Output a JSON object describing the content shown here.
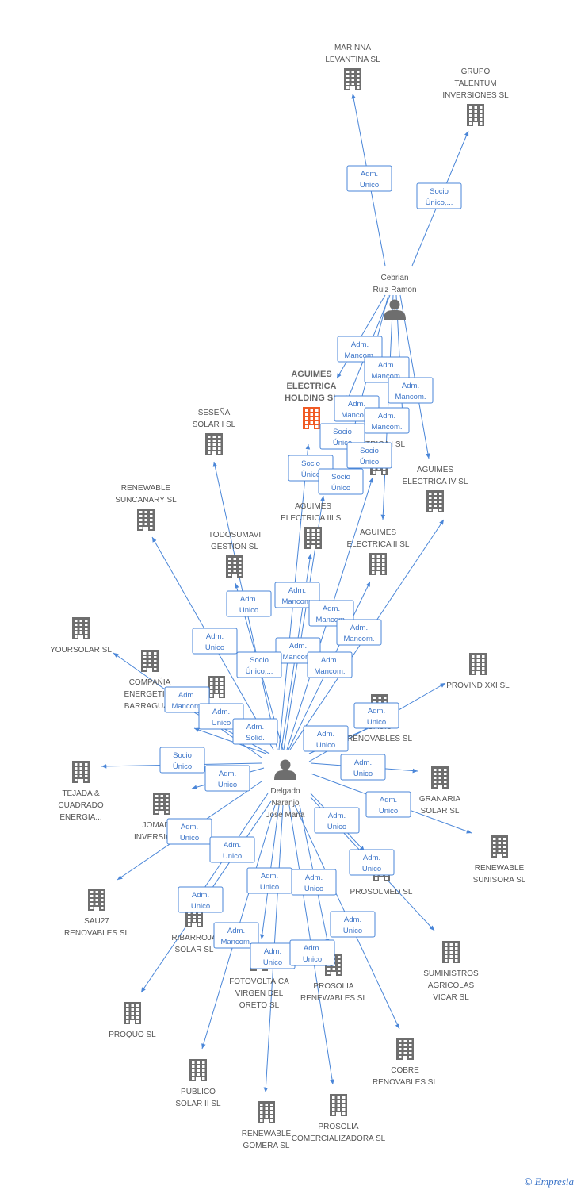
{
  "colors": {
    "edge": "#4a86d8",
    "building": "#6e6e6e",
    "focus": "#f05a24",
    "person": "#6e6e6e"
  },
  "brand": {
    "copyright": "©",
    "name": "Empresia"
  },
  "nodes": [
    {
      "id": "marinna",
      "type": "company",
      "label": [
        "MARINNA",
        "LEVANTINA SL"
      ]
    },
    {
      "id": "grupo",
      "type": "company",
      "label": [
        "GRUPO",
        "TALENTUM",
        "INVERSIONES SL"
      ]
    },
    {
      "id": "cebrian",
      "type": "person",
      "label": [
        "Cebrian",
        "Ruiz Ramon"
      ]
    },
    {
      "id": "aguimes_holding",
      "type": "focus",
      "label": [
        "AGUIMES",
        "ELECTRICA",
        "HOLDING SL"
      ]
    },
    {
      "id": "sesena",
      "type": "company",
      "label": [
        "SESEÑA",
        "SOLAR I SL"
      ]
    },
    {
      "id": "aguimes_i",
      "type": "company",
      "label": [
        "ELECTRICA I SL"
      ]
    },
    {
      "id": "aguimes_iv",
      "type": "company",
      "label": [
        "AGUIMES",
        "ELECTRICA IV SL"
      ]
    },
    {
      "id": "renew_suncanary",
      "type": "company",
      "label": [
        "RENEWABLE",
        "SUNCANARY SL"
      ]
    },
    {
      "id": "aguimes_iii",
      "type": "company",
      "label": [
        "AGUIMES",
        "ELECTRICA III SL"
      ]
    },
    {
      "id": "aguimes_ii",
      "type": "company",
      "label": [
        "AGUIMES",
        "ELECTRICA II SL"
      ]
    },
    {
      "id": "todosumavi",
      "type": "company",
      "label": [
        "TODOSUMAVI",
        "GESTION SL"
      ]
    },
    {
      "id": "yoursolar",
      "type": "company",
      "label": [
        "YOURSOLAR SL"
      ]
    },
    {
      "id": "compania",
      "type": "company",
      "label": [
        "COMPAÑIA",
        "ENERGETICA",
        "BARRAGUA..."
      ]
    },
    {
      "id": "ca",
      "type": "company",
      "label": [
        "CA..."
      ]
    },
    {
      "id": "provind",
      "type": "company",
      "label": [
        "PROVIND XXI SL"
      ]
    },
    {
      "id": "oasis",
      "type": "company",
      "label": [
        "OASIS",
        "RENOVABLES SL"
      ]
    },
    {
      "id": "tejada",
      "type": "company",
      "label": [
        "TEJADA &",
        "CUADRADO",
        "ENERGIA..."
      ]
    },
    {
      "id": "delgado",
      "type": "person",
      "label": [
        "Delgado",
        "Naranjo",
        "Jose Maria"
      ]
    },
    {
      "id": "granaria",
      "type": "company",
      "label": [
        "GRANARIA",
        "SOLAR SL"
      ]
    },
    {
      "id": "jomaden",
      "type": "company",
      "label": [
        "JOMADEN",
        "INVERSIONE..."
      ]
    },
    {
      "id": "renew_sunisora",
      "type": "company",
      "label": [
        "RENEWABLE",
        "SUNISORA SL"
      ]
    },
    {
      "id": "prosolmed",
      "type": "company",
      "label": [
        "PROSOLMED SL"
      ]
    },
    {
      "id": "sau27",
      "type": "company",
      "label": [
        "SAU27",
        "RENOVABLES SL"
      ]
    },
    {
      "id": "ribarroja",
      "type": "company",
      "label": [
        "RIBARROJA",
        "SOLAR SL"
      ]
    },
    {
      "id": "suministros",
      "type": "company",
      "label": [
        "SUMINISTROS",
        "AGRICOLAS",
        "VICAR SL"
      ]
    },
    {
      "id": "fotovoltaica",
      "type": "company",
      "label": [
        "FOTOVOLTAICA",
        "VIRGEN DEL",
        "ORETO SL"
      ]
    },
    {
      "id": "prosolia_renew",
      "type": "company",
      "label": [
        "PROSOLIA",
        "RENEWABLES SL"
      ]
    },
    {
      "id": "proquo",
      "type": "company",
      "label": [
        "PROQUO SL"
      ]
    },
    {
      "id": "cobre",
      "type": "company",
      "label": [
        "COBRE",
        "RENOVABLES SL"
      ]
    },
    {
      "id": "publico",
      "type": "company",
      "label": [
        "PUBLICO",
        "SOLAR II SL"
      ]
    },
    {
      "id": "renew_gomera",
      "type": "company",
      "label": [
        "RENEWABLE",
        "GOMERA SL"
      ]
    },
    {
      "id": "prosolia_com",
      "type": "company",
      "label": [
        "PROSOLIA",
        "COMERCIALIZADORA SL"
      ]
    }
  ],
  "edge_labels": [
    [
      "Adm.",
      "Unico"
    ],
    [
      "Socio",
      "Único,..."
    ],
    [
      "Adm.",
      "Mancom."
    ],
    [
      "Adm.",
      "Mancom."
    ],
    [
      "Adm.",
      "Mancom."
    ],
    [
      "Adm.",
      "Mancom."
    ],
    [
      "Adm.",
      "Mancom."
    ],
    [
      "Socio",
      "Único"
    ],
    [
      "Socio",
      "Único"
    ],
    [
      "Socio",
      "Único"
    ],
    [
      "Socio",
      "Único"
    ],
    [
      "Adm.",
      "Mancom."
    ],
    [
      "Adm.",
      "Mancom."
    ],
    [
      "Adm.",
      "Mancom."
    ],
    [
      "Adm.",
      "Mancom."
    ],
    [
      "Adm.",
      "Mancom."
    ],
    [
      "Adm.",
      "Unico"
    ],
    [
      "Adm.",
      "Unico"
    ],
    [
      "Socio",
      "Único,..."
    ],
    [
      "Adm.",
      "Mancom."
    ],
    [
      "Adm.",
      "Unico"
    ],
    [
      "Adm.",
      "Solid."
    ],
    [
      "Socio",
      "Único"
    ],
    [
      "Adm.",
      "Unico"
    ],
    [
      "Adm.",
      "Unico"
    ],
    [
      "Adm.",
      "Unico"
    ],
    [
      "Adm.",
      "Unico"
    ],
    [
      "Adm.",
      "Unico"
    ],
    [
      "Adm.",
      "Unico"
    ],
    [
      "Adm.",
      "Unico"
    ],
    [
      "Adm.",
      "Unico"
    ],
    [
      "Adm.",
      "Unico"
    ],
    [
      "Adm.",
      "Unico"
    ],
    [
      "Adm.",
      "Unico"
    ],
    [
      "Adm.",
      "Unico"
    ],
    [
      "Adm.",
      "Mancom."
    ],
    [
      "Adm.",
      "Unico"
    ],
    [
      "Adm.",
      "Unico"
    ],
    [
      "Adm.",
      "Unico"
    ]
  ]
}
